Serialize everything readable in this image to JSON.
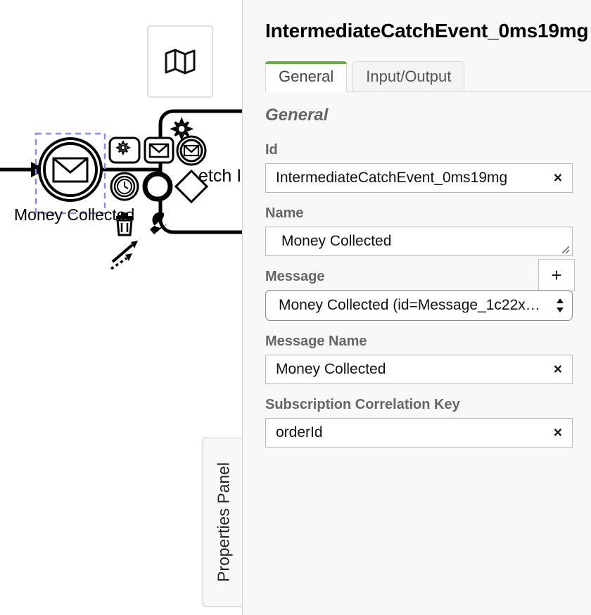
{
  "canvas": {
    "minimap_button": {
      "icon": "map-icon"
    },
    "properties_tab_label": "Properties Panel",
    "elements": {
      "selected_event": {
        "type": "message-intermediate-catch-event",
        "label": "Money Collected",
        "selected": true
      },
      "background_task": {
        "type": "service-task",
        "label_fragment": "etch"
      }
    },
    "context_pad": [
      {
        "name": "append-service-task",
        "icon": "gear-task-icon"
      },
      {
        "name": "append-message-task",
        "icon": "envelope-task-icon"
      },
      {
        "name": "append-message-intermediate-event",
        "icon": "message-event-icon"
      },
      {
        "name": "append-timer-intermediate-event",
        "icon": "timer-event-icon"
      },
      {
        "name": "append-end-event",
        "icon": "end-event-icon"
      },
      {
        "name": "append-gateway",
        "icon": "gateway-diamond-icon"
      },
      {
        "name": "delete",
        "icon": "trash-icon"
      },
      {
        "name": "change-type",
        "icon": "wrench-icon"
      },
      {
        "name": "connect",
        "icon": "connect-arrows-icon"
      }
    ]
  },
  "panel": {
    "title": "IntermediateCatchEvent_0ms19mg",
    "tabs": [
      {
        "label": "General",
        "active": true
      },
      {
        "label": "Input/Output",
        "active": false
      }
    ],
    "group_heading": "General",
    "fields": {
      "id": {
        "label": "Id",
        "value": "IntermediateCatchEvent_0ms19mg",
        "clear_icon": "×"
      },
      "name": {
        "label": "Name",
        "value": "Money Collected"
      },
      "message": {
        "label": "Message",
        "value": "Money Collected (id=Message_1c22x…",
        "add_button_label": "+"
      },
      "message_name": {
        "label": "Message Name",
        "value": "Money Collected",
        "clear_icon": "×"
      },
      "subscription_correlation_key": {
        "label": "Subscription Correlation Key",
        "value": "orderId",
        "clear_icon": "×"
      }
    }
  },
  "colors": {
    "accent_green": "#62b43a",
    "panel_bg": "#f8f8f8",
    "selection_blue": "#8a8ae8"
  }
}
